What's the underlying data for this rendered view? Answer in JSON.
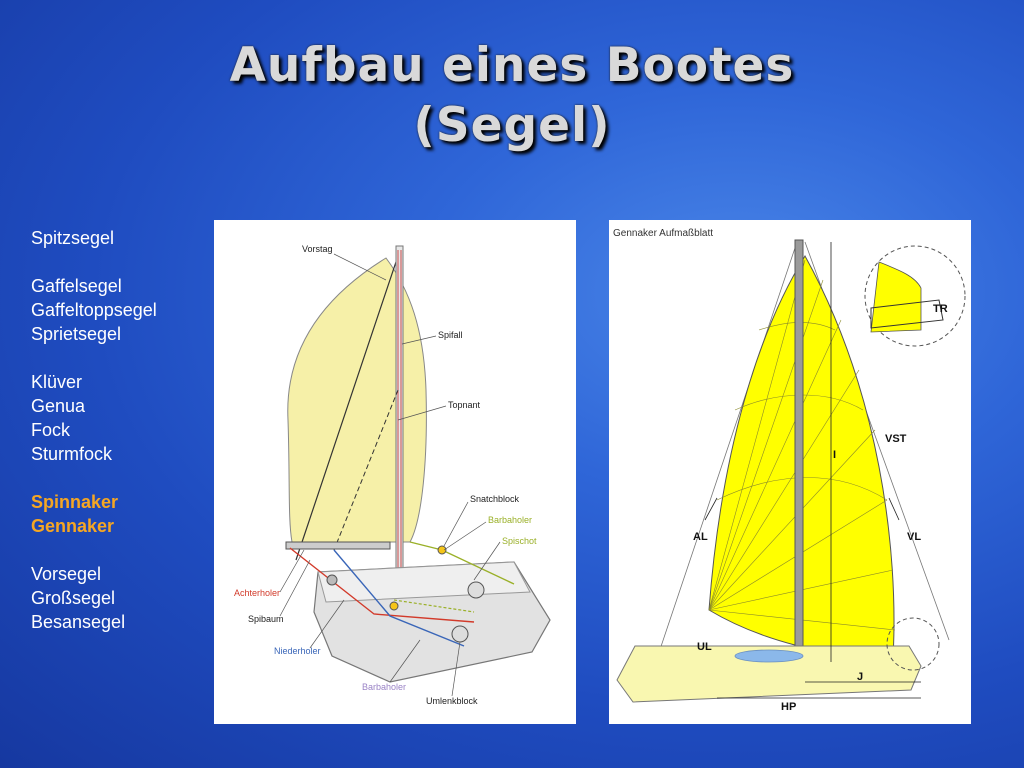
{
  "slide": {
    "title_line1": "Aufbau eines Bootes",
    "title_line2": "(Segel)"
  },
  "sail_list": [
    {
      "label": "Spitzsegel",
      "highlight": false
    },
    {
      "label": "",
      "highlight": false
    },
    {
      "label": "Gaffelsegel",
      "highlight": false
    },
    {
      "label": "Gaffeltoppsegel",
      "highlight": false
    },
    {
      "label": "Sprietsegel",
      "highlight": false
    },
    {
      "label": "",
      "highlight": false
    },
    {
      "label": "Klüver",
      "highlight": false
    },
    {
      "label": "Genua",
      "highlight": false
    },
    {
      "label": "Fock",
      "highlight": false
    },
    {
      "label": "Sturmfock",
      "highlight": false
    },
    {
      "label": "",
      "highlight": false
    },
    {
      "label": "Spinnaker",
      "highlight": true
    },
    {
      "label": "Gennaker",
      "highlight": true
    },
    {
      "label": "",
      "highlight": false
    },
    {
      "label": "Vorsegel",
      "highlight": false
    },
    {
      "label": "Großsegel",
      "highlight": false
    },
    {
      "label": "Besansegel",
      "highlight": false
    }
  ],
  "spinnaker_diagram": {
    "labels": {
      "vorstag": "Vorstag",
      "spifall": "Spifall",
      "topnant": "Topnant",
      "snatchblock": "Snatchblock",
      "barbaholer_top": "Barbaholer",
      "spischot": "Spischot",
      "achterholer": "Achterholer",
      "spibaum": "Spibaum",
      "niederholer": "Niederholer",
      "barbaholer_bottom": "Barbaholer",
      "umlenkblock": "Umlenkblock"
    }
  },
  "gennaker_diagram": {
    "caption": "Gennaker Aufmaßblatt",
    "labels": {
      "tr": "TR",
      "vst": "VST",
      "i": "I",
      "al": "AL",
      "vl": "VL",
      "ul": "UL",
      "j": "J",
      "hp": "HP"
    }
  },
  "colors": {
    "highlight": "#f5a623",
    "sail_pale": "#f6f0a8",
    "sail_yellow": "#ffff00"
  }
}
